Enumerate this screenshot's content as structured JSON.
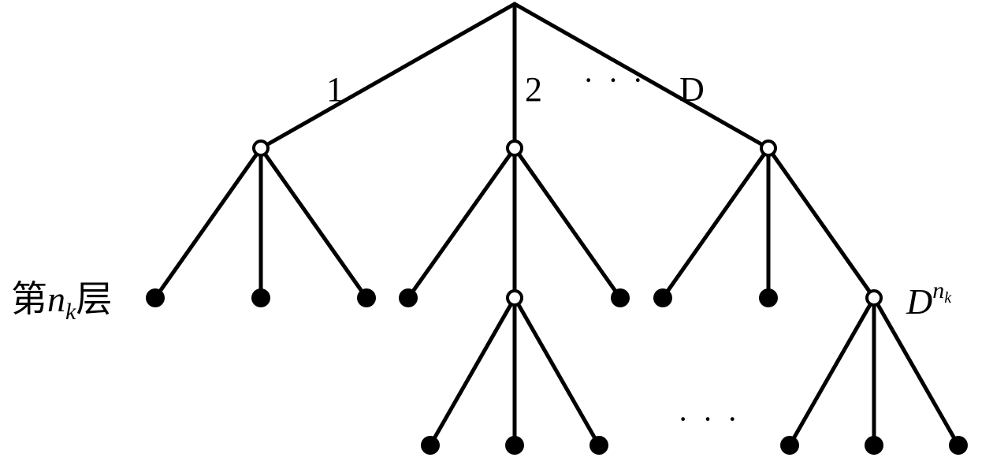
{
  "branch_labels": [
    "1",
    "2",
    "D"
  ],
  "ellipsis": "· · ·",
  "level_label": {
    "prefix": "第",
    "var": "n",
    "sub": "k",
    "suffix": "层"
  },
  "count_label": {
    "base": "D",
    "exp": "n",
    "exp_sub": "k"
  },
  "colors": {
    "line": "#000000",
    "background": "#ffffff"
  }
}
